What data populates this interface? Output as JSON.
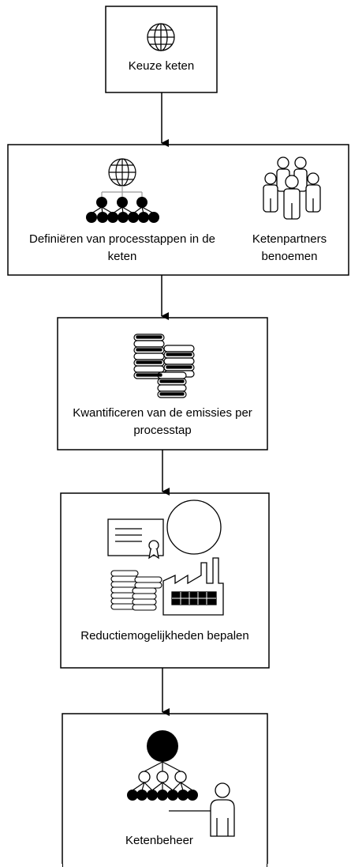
{
  "steps": [
    {
      "label": "Keuze keten"
    },
    {
      "left_label": "Definiëren van processtappen in de keten",
      "right_label": "Ketenpartners benoemen"
    },
    {
      "label": "Kwantificeren van de emissies per processtap"
    },
    {
      "label": "Reductiemogelijkheden bepalen"
    },
    {
      "label": "Ketenbeheer"
    }
  ],
  "icons": {
    "step1": "globe-icon",
    "step2_left": "globe-network-icon",
    "step2_right": "people-group-icon",
    "step3": "coin-stacks-icon",
    "step4": [
      "certificate-icon",
      "circle-icon",
      "coin-stacks-icon",
      "factory-icon"
    ],
    "step5": [
      "hierarchy-network-icon",
      "person-icon"
    ]
  },
  "colors": {
    "stroke": "#000000",
    "fill": "#000000",
    "background": "#ffffff"
  }
}
